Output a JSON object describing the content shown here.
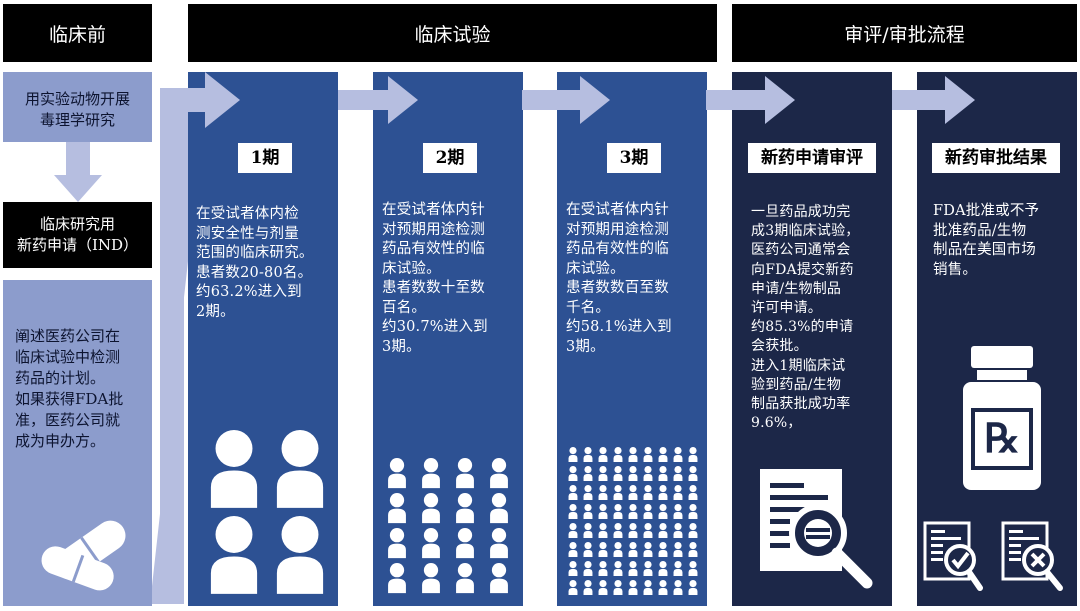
{
  "headers": {
    "preclinical": "临床前",
    "clinical": "临床试验",
    "review": "审评/审批流程"
  },
  "left": {
    "animal_study": [
      "用实验动物开展",
      "毒理学研究"
    ],
    "ind": [
      "临床研究用",
      "新药申请（IND）"
    ],
    "plan": [
      "阐述医药公司在",
      "临床试验中检测",
      "药品的计划。",
      "如果获得FDA批",
      "准，医药公司就",
      "成为申办方。"
    ]
  },
  "phases": [
    {
      "title": "1期",
      "lines": [
        "在受试者体内检",
        "测安全性与剂量",
        "范围的临床研究。",
        "患者数20-80名。",
        "约63.2%进入到",
        "2期。"
      ]
    },
    {
      "title": "2期",
      "lines": [
        "在受试者体内针",
        "对预期用途检测",
        "药品有效性的临",
        "床试验。",
        "患者数数十至数",
        "百名。",
        "约30.7%进入到",
        "3期。"
      ]
    },
    {
      "title": "3期",
      "lines": [
        "在受试者体内针",
        "对预期用途检测",
        "药品有效性的临",
        "床试验。",
        "患者数数百至数",
        "千名。",
        "约58.1%进入到",
        "3期。"
      ]
    },
    {
      "title": "新药申请审评",
      "lines": [
        "一旦药品成功完",
        "成3期临床试验，",
        "医药公司通常会",
        "向FDA提交新药",
        "申请/生物制品",
        "许可申请。",
        "约85.3%的申请",
        "会获批。",
        "进入1期临床试",
        "验到药品/生物",
        "制品获批成功率",
        "9.6%，"
      ]
    },
    {
      "title": "新药审批结果",
      "lines": [
        "FDA批准或不予",
        "批准药品/生物",
        "制品在美国市场",
        "销售。"
      ]
    }
  ],
  "icons": {
    "pills": "pills-icon",
    "phase1": "people-4-icon",
    "phase2": "people-grid-icon",
    "phase3": "crowd-icon",
    "review": "document-magnifier-icon",
    "bottle": "prescription-bottle-icon",
    "approved": "approved-document-icon",
    "rejected": "rejected-document-icon"
  },
  "colors": {
    "header": "#000000",
    "light_box": "#8c9ccc",
    "clinical_column": "#2d5193",
    "review_column": "#1c2748",
    "arrow": "#b6bee0"
  }
}
